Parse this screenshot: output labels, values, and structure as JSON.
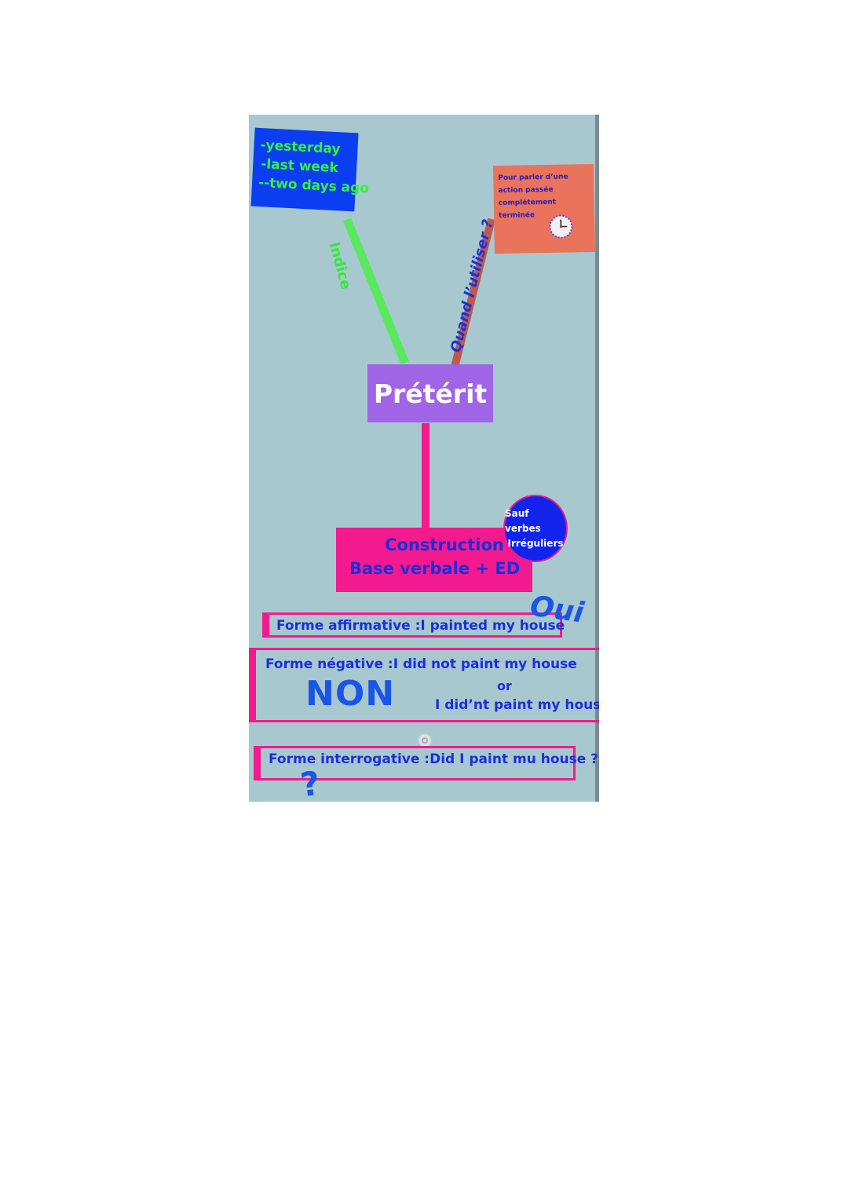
{
  "map": {
    "title": "Prétérit",
    "indices": {
      "lines": [
        "-yesterday",
        "-last week",
        "--two days ago"
      ],
      "link_label": "Indice"
    },
    "usage": {
      "link_label": "Quand l’utiliser ?",
      "text": "Pour parler d’une action passée complètement terminée",
      "icon": "clock-icon"
    },
    "construction": {
      "label": "Construction",
      "formula": "Base verbale + ED"
    },
    "exception": {
      "line1": "Sauf verbes",
      "line2": "Irréguliers"
    },
    "forms": {
      "affirmative": {
        "text": "Forme affirmative :I painted my house",
        "badge": "Oui"
      },
      "negative": {
        "line1": "Forme négative :I did not paint my house",
        "or": "or",
        "line2": "I did’nt paint my house",
        "badge": "NON"
      },
      "interrogative": {
        "text": "Forme interrogative :Did I paint mu house ?",
        "badge": "?"
      }
    }
  },
  "colors": {
    "background": "#a8c8cf",
    "indices_box": "#0a3ef0",
    "indices_text": "#35f23b",
    "usage_box": "#e9735b",
    "title_box": "#a065e6",
    "construction_box": "#f21a8e",
    "exception_badge": "#1224ec",
    "text_blue": "#1a2edd"
  }
}
